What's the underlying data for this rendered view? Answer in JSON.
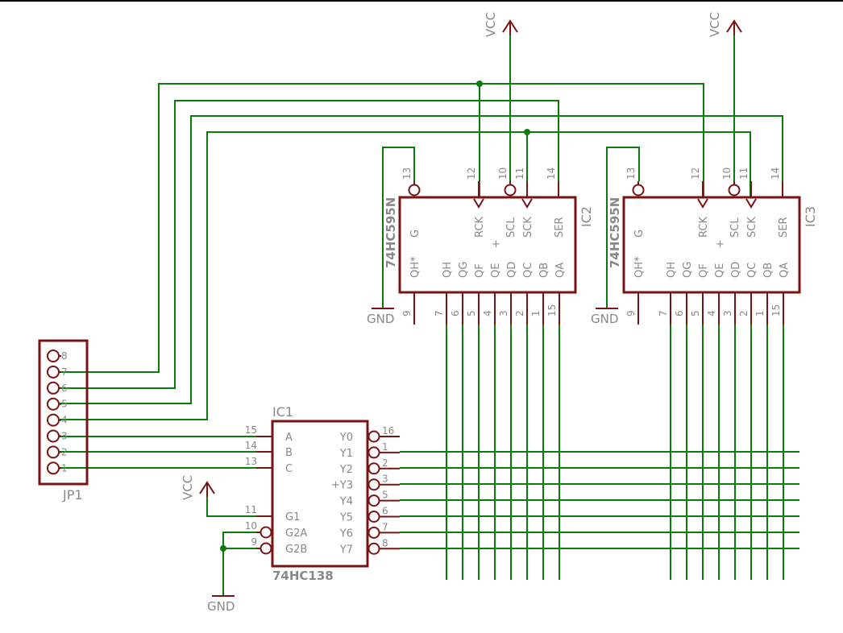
{
  "colors": {
    "wire": "#0a7a0a",
    "part": "#7a1414",
    "text": "#888888",
    "background": "#ffffff"
  },
  "connector": {
    "name": "JP1",
    "pins": [
      {
        "num": "8"
      },
      {
        "num": "7"
      },
      {
        "num": "6"
      },
      {
        "num": "5"
      },
      {
        "num": "4"
      },
      {
        "num": "3"
      },
      {
        "num": "2"
      },
      {
        "num": "1"
      }
    ]
  },
  "supplies": {
    "vcc1": "VCC",
    "vcc2": "VCC",
    "vcc3": "VCC",
    "gnd1": "GND",
    "gnd2": "GND",
    "gnd3": "GND"
  },
  "ic1": {
    "name": "IC1",
    "part": "74HC138",
    "left_pins": [
      {
        "num": "15",
        "label": "A"
      },
      {
        "num": "14",
        "label": "B"
      },
      {
        "num": "13",
        "label": "C"
      },
      {
        "num": "11",
        "label": "G1"
      },
      {
        "num": "10",
        "label": "G2A"
      },
      {
        "num": "9",
        "label": "G2B"
      }
    ],
    "right_pins": [
      {
        "num": "16",
        "label": "Y0"
      },
      {
        "num": "1",
        "label": "Y1"
      },
      {
        "num": "2",
        "label": "Y2"
      },
      {
        "num": "3",
        "label": "Y3"
      },
      {
        "num": "5",
        "label": "Y4"
      },
      {
        "num": "6",
        "label": "Y5"
      },
      {
        "num": "7",
        "label": "Y6"
      },
      {
        "num": "8",
        "label": "Y7"
      }
    ]
  },
  "ic2": {
    "name": "IC2",
    "part": "74HC595N",
    "top_pins": [
      {
        "num": "13",
        "label": "G"
      },
      {
        "num": "12",
        "label": "RCK"
      },
      {
        "num": "10",
        "label": "SCL"
      },
      {
        "num": "11",
        "label": "SCK"
      },
      {
        "num": "14",
        "label": "SER"
      }
    ],
    "bottom_pins": [
      {
        "num": "9",
        "label": "QH*"
      },
      {
        "num": "7",
        "label": "QH"
      },
      {
        "num": "6",
        "label": "QG"
      },
      {
        "num": "5",
        "label": "QF"
      },
      {
        "num": "4",
        "label": "QE"
      },
      {
        "num": "3",
        "label": "QD"
      },
      {
        "num": "2",
        "label": "QC"
      },
      {
        "num": "1",
        "label": "QB"
      },
      {
        "num": "15",
        "label": "QA"
      }
    ]
  },
  "ic3": {
    "name": "IC3",
    "part": "74HC595N",
    "top_pins": [
      {
        "num": "13",
        "label": "G"
      },
      {
        "num": "12",
        "label": "RCK"
      },
      {
        "num": "10",
        "label": "SCL"
      },
      {
        "num": "11",
        "label": "SCK"
      },
      {
        "num": "14",
        "label": "SER"
      }
    ],
    "bottom_pins": [
      {
        "num": "9",
        "label": "QH*"
      },
      {
        "num": "7",
        "label": "QH"
      },
      {
        "num": "6",
        "label": "QG"
      },
      {
        "num": "5",
        "label": "QF"
      },
      {
        "num": "4",
        "label": "QE"
      },
      {
        "num": "3",
        "label": "QD"
      },
      {
        "num": "2",
        "label": "QC"
      },
      {
        "num": "1",
        "label": "QB"
      },
      {
        "num": "15",
        "label": "QA"
      }
    ]
  }
}
